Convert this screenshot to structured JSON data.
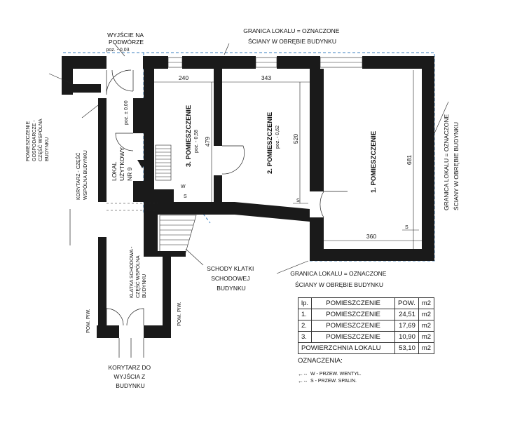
{
  "labels": {
    "exit_courtyard": [
      "WYJŚCIE NA",
      "PODWÓRZE"
    ],
    "exit_level": "poz. - 0,03",
    "boundary_top": [
      "GRANICA LOKALU = OZNACZONE",
      "ŚCIANY W OBRĘBIE BUDYNKU"
    ],
    "boundary_mid": [
      "GRANICA LOKALU = OZNACZONE",
      "ŚCIANY W OBRĘBIE BUDYNKU"
    ],
    "boundary_right": [
      "GRANICA LOKALU = OZNACZONE",
      "ŚCIANY W OBRĘBIE BUDYNKU"
    ],
    "utility_room": [
      "POMIESZCZENIE",
      "GOSPODARCZE -",
      "CZĘŚĆ WSPÓLNA",
      "BUDYNKU"
    ],
    "corridor_shared": [
      "KORYTARZ - CZĘŚĆ",
      "WSPÓLNA BUDYNKU"
    ],
    "corridor_level": "poz. ± 0,00",
    "unit": [
      "LOKAL",
      "UŻYTKOWY",
      "NR 9"
    ],
    "room3": "3. POMIESZCZENIE",
    "room3_level": "poz. - 0,58",
    "room2": "2. POMIESZCZENIE",
    "room2_level": "poz. - 0,62",
    "room1": "1. POMIESZCZENIE",
    "staircase": [
      "KLATKA SCHODOWA -",
      "CZĘŚĆ WSPÓLNA",
      "BUDYNKU"
    ],
    "stairs_note": [
      "SCHODY KLATKI",
      "SCHODOWEJ",
      "BUDYNKU"
    ],
    "basement_left": "POM. PIW.",
    "basement_right": "POM. PIW.",
    "corridor_exit": [
      "KORYTARZ DO",
      "WYJŚCIA Z",
      "BUDYNKU"
    ],
    "vent_w": "W",
    "flue_s1": "S",
    "flue_s2": "S",
    "flue_s3": "S"
  },
  "dimensions": {
    "d240": "240",
    "d343": "343",
    "d479": "479",
    "d520": "520",
    "d681": "681",
    "d360": "360"
  },
  "table": {
    "headers": [
      "lp.",
      "POMIESZCZENIE",
      "POW.",
      "m2"
    ],
    "rows": [
      [
        "1.",
        "POMIESZCZENIE",
        "24,51",
        "m2"
      ],
      [
        "2.",
        "POMIESZCZENIE",
        "17,69",
        "m2"
      ],
      [
        "3.",
        "POMIESZCZENIE",
        "10,90",
        "m2"
      ]
    ],
    "total_label": "POWIERZCHNIA LOKALU",
    "total_value": "53,10",
    "total_unit": "m2"
  },
  "legend": {
    "title": "OZNACZENIA:",
    "items": [
      {
        "arrow": "←·-",
        "text": "W - PRZEW. WENTYL."
      },
      {
        "arrow": "←·-",
        "text": "S - PRZEW. SPALIN."
      }
    ]
  },
  "colors": {
    "wall": "#1a1a1a",
    "boundary": "#3a7fbf",
    "line": "#222222"
  }
}
